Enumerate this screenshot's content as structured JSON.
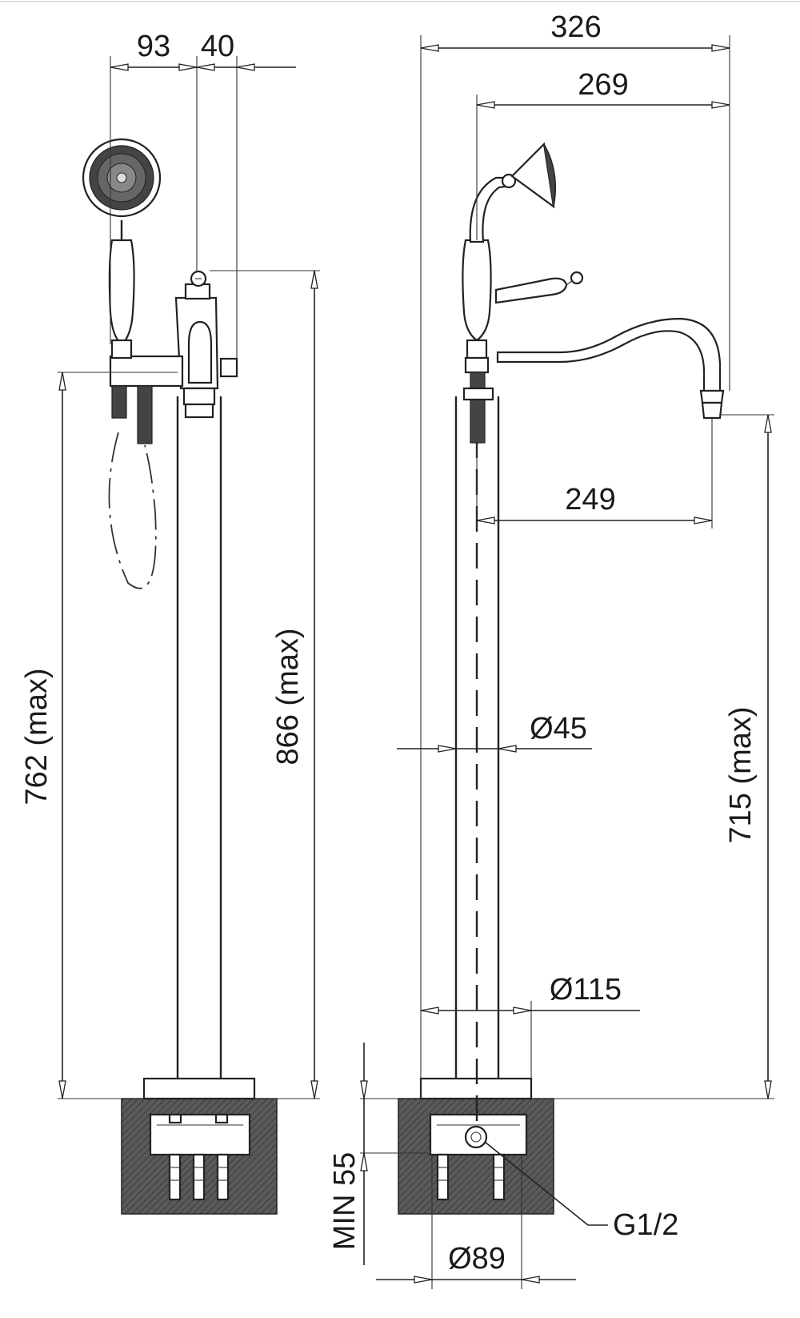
{
  "drawing": {
    "colors": {
      "line": "#222222",
      "hatch": "#555555",
      "background": "#ffffff"
    },
    "dimensions": {
      "d93": "93",
      "d40": "40",
      "d326": "326",
      "d269": "269",
      "d249": "249",
      "d762": "762 (max)",
      "d866": "866 (max)",
      "d715": "715 (max)",
      "d45": "Ø45",
      "d115": "Ø115",
      "d89": "Ø89",
      "min55": "MIN 55",
      "thread": "G1/2"
    }
  }
}
